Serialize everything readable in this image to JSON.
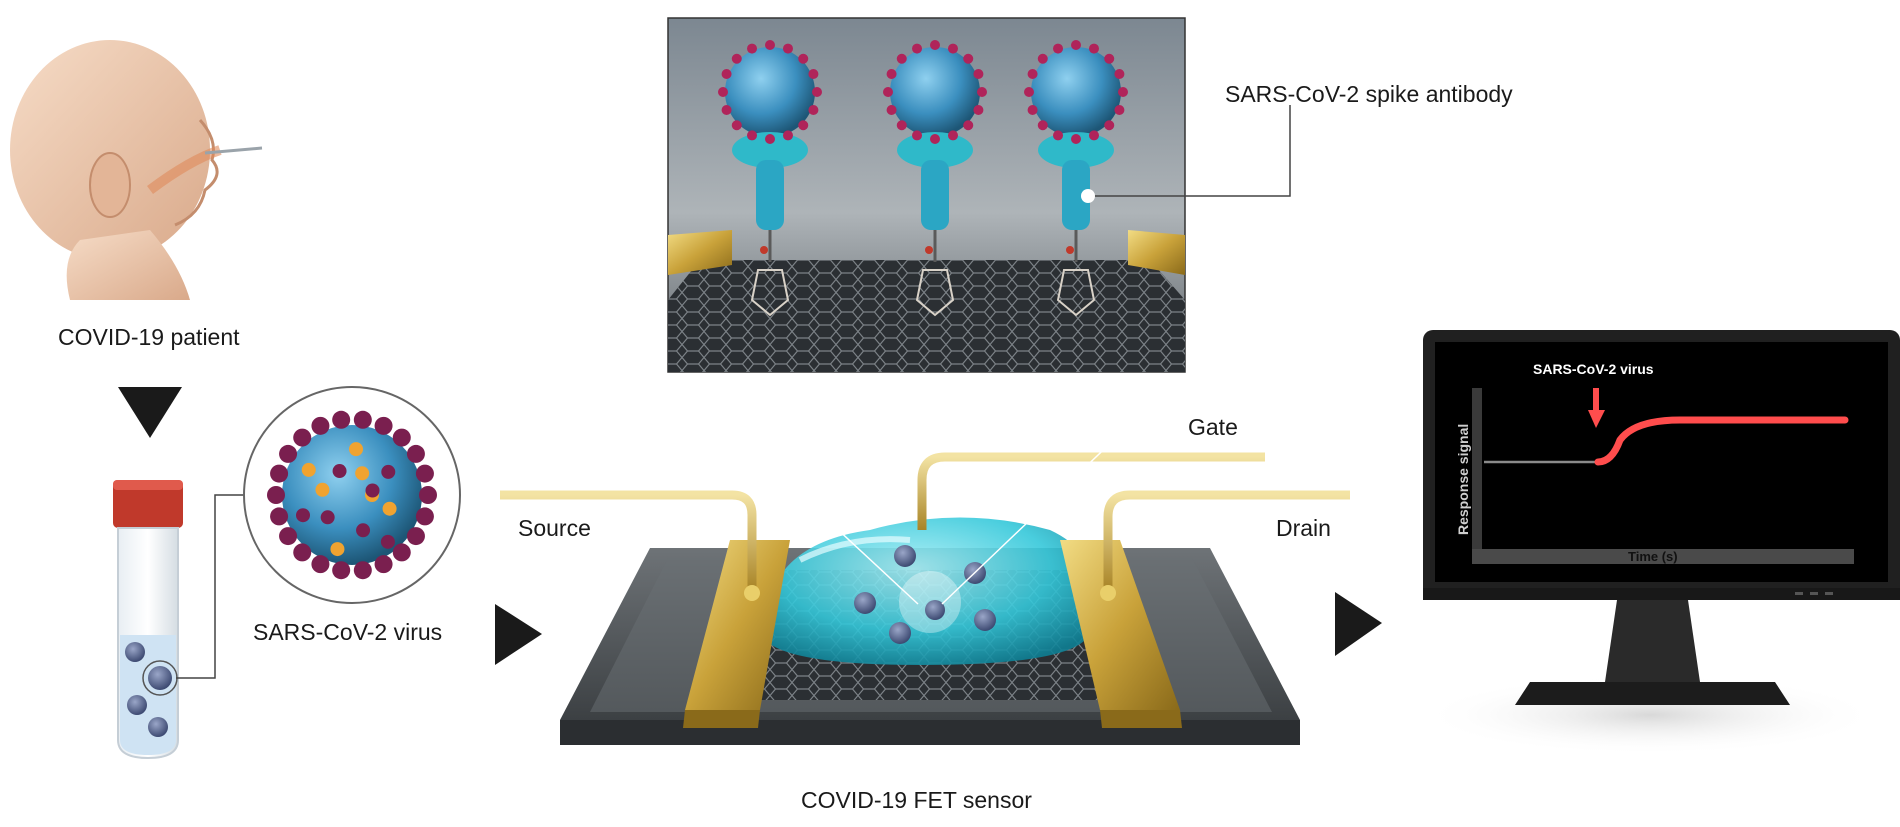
{
  "labels": {
    "patient": "COVID-19 patient",
    "virus": "SARS-CoV-2 virus",
    "antibody": "SARS-CoV-2 spike antibody",
    "source": "Source",
    "gate": "Gate",
    "drain": "Drain",
    "sensor": "COVID-19 FET sensor"
  },
  "monitor": {
    "event_label": "SARS-CoV-2 virus",
    "ylabel": "Response signal",
    "xlabel": "Time (s)",
    "signal_color": "#ff4d4d",
    "baseline_color": "#8a8a8a"
  },
  "colors": {
    "virus_body": "#3b8fbf",
    "virus_spike": "#7a1f4f",
    "gold": "#c9a23a",
    "droplet": "#35c8da",
    "tube_cap": "#c0392b"
  },
  "icons": [
    "patient-head-icon",
    "sample-tube-icon",
    "virus-icon",
    "arrow-right-icon",
    "arrow-down-icon",
    "monitor-icon",
    "fet-chip-icon",
    "antibody-icon"
  ]
}
